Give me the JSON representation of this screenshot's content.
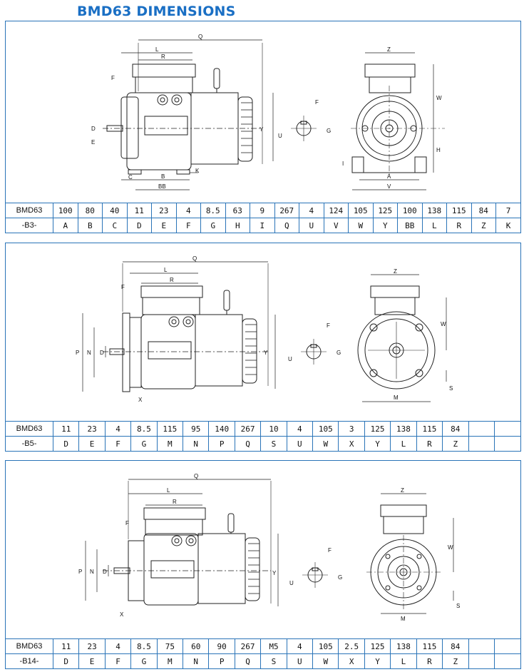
{
  "title": "BMD63 DIMENSIONS",
  "panels": [
    {
      "id": "b3",
      "model": "BMD63",
      "mount": "-B3-",
      "values": [
        "100",
        "80",
        "40",
        "11",
        "23",
        "4",
        "8.5",
        "63",
        "9",
        "267",
        "4",
        "124",
        "105",
        "125",
        "100",
        "138",
        "115",
        "84",
        "7"
      ],
      "letters": [
        "A",
        "B",
        "C",
        "D",
        "E",
        "F",
        "G",
        "H",
        "I",
        "Q",
        "U",
        "V",
        "W",
        "Y",
        "BB",
        "L",
        "R",
        "Z",
        "K"
      ],
      "side_labels": [
        "Q",
        "L",
        "R",
        "F",
        "D",
        "E",
        "C",
        "B",
        "BB",
        "K",
        "Y"
      ],
      "shaft_labels": [
        "F",
        "U",
        "G"
      ],
      "end_labels": [
        "Z",
        "W",
        "H",
        "I",
        "A",
        "V"
      ]
    },
    {
      "id": "b5",
      "model": "BMD63",
      "mount": "-B5-",
      "values": [
        "11",
        "23",
        "4",
        "8.5",
        "115",
        "95",
        "140",
        "267",
        "10",
        "4",
        "105",
        "3",
        "125",
        "138",
        "115",
        "84",
        "",
        ""
      ],
      "letters": [
        "D",
        "E",
        "F",
        "G",
        "M",
        "N",
        "P",
        "Q",
        "S",
        "U",
        "W",
        "X",
        "Y",
        "L",
        "R",
        "Z",
        "",
        ""
      ],
      "side_labels": [
        "Q",
        "L",
        "R",
        "F",
        "P",
        "N",
        "D",
        "X",
        "Y"
      ],
      "shaft_labels": [
        "F",
        "U",
        "G"
      ],
      "end_labels": [
        "Z",
        "W",
        "M",
        "S"
      ]
    },
    {
      "id": "b14",
      "model": "BMD63",
      "mount": "-B14-",
      "values": [
        "11",
        "23",
        "4",
        "8.5",
        "75",
        "60",
        "90",
        "267",
        "M5",
        "4",
        "105",
        "2.5",
        "125",
        "138",
        "115",
        "84",
        "",
        ""
      ],
      "letters": [
        "D",
        "E",
        "F",
        "G",
        "M",
        "N",
        "P",
        "Q",
        "S",
        "U",
        "W",
        "X",
        "Y",
        "L",
        "R",
        "Z",
        "",
        ""
      ],
      "side_labels": [
        "Q",
        "L",
        "R",
        "F",
        "P",
        "N",
        "D",
        "X",
        "Y"
      ],
      "shaft_labels": [
        "F",
        "U",
        "G"
      ],
      "end_labels": [
        "Z",
        "W",
        "M",
        "S"
      ]
    }
  ]
}
